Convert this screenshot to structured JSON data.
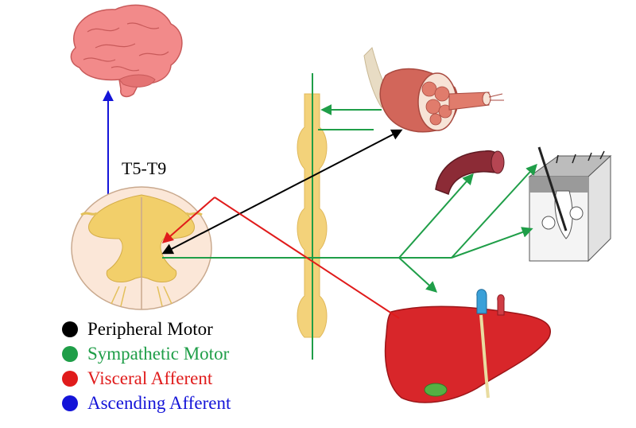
{
  "level_label": "T5-T9",
  "legend": [
    {
      "label": "Peripheral Motor",
      "color": "#000000"
    },
    {
      "label": "Sympathetic Motor",
      "color": "#1f9e48"
    },
    {
      "label": "Visceral Afferent",
      "color": "#e01b1b"
    },
    {
      "label": "Ascending Afferent",
      "color": "#1414d8"
    }
  ],
  "colors": {
    "peripheral_motor": "#000000",
    "sympathetic_motor": "#1f9e48",
    "visceral_afferent": "#e01b1b",
    "ascending_afferent": "#1414d8",
    "ganglion_chain": "#f3d27a",
    "spinal_white_matter": "#fbe7d8",
    "spinal_gray_matter": "#f2cf6a",
    "liver": "#d8262a",
    "brain": "#f28a8a"
  },
  "icons": [
    "brain-icon",
    "spinal-cord-cross-section-icon",
    "sympathetic-chain-icon",
    "muscle-fiber-icon",
    "blood-vessel-icon",
    "skin-hair-follicle-icon",
    "liver-icon"
  ]
}
